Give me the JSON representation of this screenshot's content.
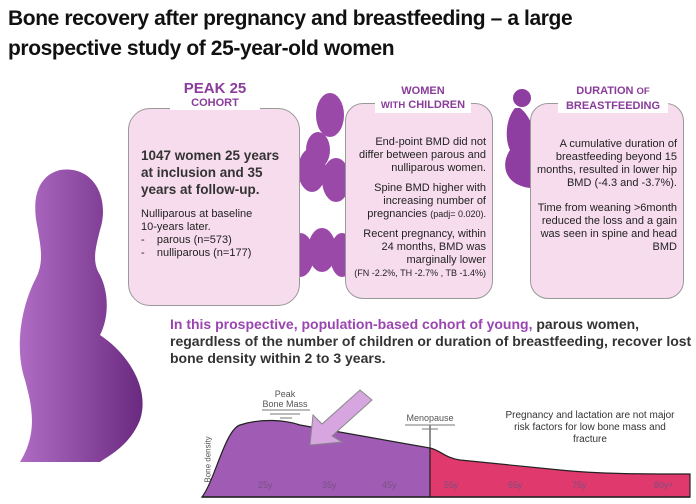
{
  "title": {
    "line1": "Bone recovery after pregnancy and breastfeeding – a large",
    "line2": "prospective study of 25-year-old women"
  },
  "box1": {
    "header_main": "PEAK 25",
    "header_sub": "COHORT",
    "lead": "1047 women 25 years at inclusion and 35 years at follow-up.",
    "sub1": "Nulliparous at baseline",
    "sub2": "10-years later.",
    "items": [
      "parous (n=573)",
      "nulliparous (n=177)"
    ]
  },
  "box2": {
    "header_main": "WOMEN",
    "header_sub_small": "WITH",
    "header_sub": "CHILDREN",
    "p1": "End-point BMD did not differ between parous and nulliparous women.",
    "p2": "Spine BMD higher with increasing number of pregnancies",
    "p2_small": "(padj= 0.020).",
    "p3": "Recent pregnancy, within 24 months, BMD was marginally lower",
    "p3_small": "(FN -2.2%, TH -2.7% , TB -1.4%)"
  },
  "box3": {
    "header_main": "DURATION",
    "header_small": "OF",
    "header_sub": "BREASTFEEDING",
    "p1": "A cumulative duration of breastfeeding beyond 15 months, resulted in lower hip BMD (-4.3 and -3.7%).",
    "p2": "Time from weaning >6month reduced the loss and a gain was seen in spine and head BMD"
  },
  "conclusion": {
    "highlight": "In this prospective, population-based cohort of young,",
    "rest": " parous women, regardless of the number of children or duration of breastfeeding, recover lost bone density within 2 to 3 years."
  },
  "chart": {
    "ylabel": "Bone density",
    "peak_label_1": "Peak",
    "peak_label_2": "Bone Mass",
    "menopause": "Menopause",
    "note": "Pregnancy and lactation are not major risk factors for low bone mass and fracture",
    "ticks": [
      "25y",
      "35y",
      "45y",
      "55y",
      "65y",
      "75y",
      "80y+"
    ],
    "colors": {
      "premenopause": "#a05cb5",
      "postmenopause": "#e0396e",
      "arrow": "#d7a6e0"
    }
  }
}
